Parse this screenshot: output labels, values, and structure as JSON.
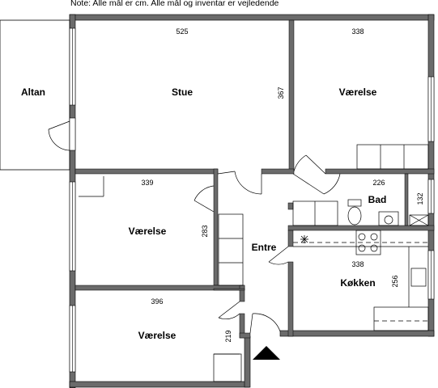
{
  "note": "Note: Alle mål er cm. Alle mål og inventar er vejledende",
  "rooms": {
    "altan": "Altan",
    "stue": "Stue",
    "vaerelse_ne": "Værelse",
    "vaerelse_w": "Værelse",
    "vaerelse_sw": "Værelse",
    "entre": "Entre",
    "bad": "Bad",
    "kokken": "Køkken"
  },
  "dimensions": {
    "stue_width": "525",
    "stue_height": "367",
    "vaerelse_ne_width": "338",
    "vaerelse_w_width": "339",
    "vaerelse_w_height": "283",
    "bad_width": "226",
    "bad_height": "132",
    "kokken_width": "338",
    "kokken_height": "256",
    "vaerelse_sw_width": "396",
    "vaerelse_sw_height": "219"
  },
  "colors": {
    "wall": "#6b6b6b",
    "line": "#000000"
  },
  "icons": {
    "entrance": "entrance-arrow-icon"
  }
}
